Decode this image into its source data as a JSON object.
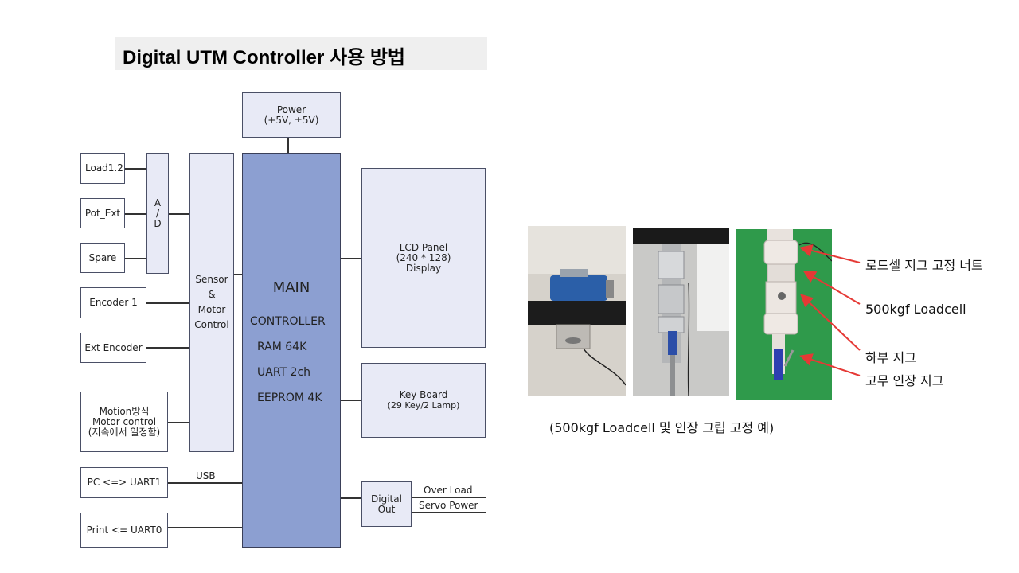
{
  "title": "Digital UTM Controller 사용 방법",
  "blocks": {
    "power": [
      "Power",
      "(+5V, ±5V)"
    ],
    "load": "Load1.2",
    "pot": "Pot_Ext",
    "spare": "Spare",
    "ad": [
      "A",
      "/",
      "D"
    ],
    "sensor": [
      "Sensor",
      "&",
      "Motor",
      "Control"
    ],
    "encoder1": "Encoder 1",
    "ext_encoder": "Ext Encoder",
    "motion": [
      "Motion방식",
      "Motor control",
      "(저속에서 일정함)"
    ],
    "pc_uart": "PC <=> UART1",
    "print_uart": "Print <= UART0",
    "usb": "USB",
    "main_title": "MAIN",
    "main_lines": [
      "CONTROLLER",
      "RAM 64K",
      "UART 2ch",
      "EEPROM 4K"
    ],
    "lcd": [
      "LCD Panel",
      "(240 * 128)",
      "Display"
    ],
    "keyboard": [
      "Key Board",
      "(29 Key/2 Lamp)"
    ],
    "digital_out": [
      "Digital",
      "Out"
    ],
    "over_load": "Over Load",
    "servo_power": "Servo Power"
  },
  "annotations": [
    "로드셀 지그 고정 너트",
    "500kgf Loadcell",
    "하부 지그",
    "고무 인장 지그"
  ],
  "caption": "(500kgf Loadcell 및 인장 그립 고정 예)",
  "colors": {
    "main_block": "#8c9fd1",
    "block_fill": "#e8eaf6",
    "arrow": "#e53935",
    "title_bg": "#efefef"
  }
}
